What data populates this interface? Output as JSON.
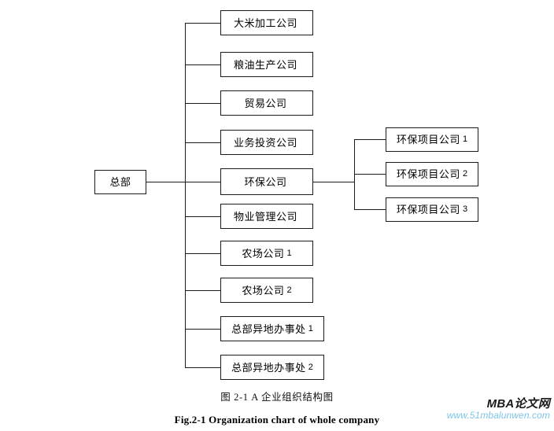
{
  "diagram": {
    "root": {
      "label": "总部"
    },
    "divisions": [
      {
        "label": "大米加工公司",
        "index": ""
      },
      {
        "label": "粮油生产公司",
        "index": ""
      },
      {
        "label": "贸易公司",
        "index": ""
      },
      {
        "label": "业务投资公司",
        "index": ""
      },
      {
        "label": "环保公司",
        "index": ""
      },
      {
        "label": "物业管理公司",
        "index": ""
      },
      {
        "label": "农场公司",
        "index": "1"
      },
      {
        "label": "农场公司",
        "index": "2"
      },
      {
        "label": "总部异地办事处",
        "index": "1"
      },
      {
        "label": "总部异地办事处",
        "index": "2"
      }
    ],
    "sub_divisions": [
      {
        "label": "环保项目公司",
        "index": "1"
      },
      {
        "label": "环保项目公司",
        "index": "2"
      },
      {
        "label": "环保项目公司",
        "index": "3"
      }
    ],
    "line_color": "#1a1a1a",
    "box_border_color": "#1a1a1a",
    "box_fill_color": "#ffffff"
  },
  "caption": {
    "chinese": "图 2-1 A 企业组织结构图",
    "english": "Fig.2-1 Organization chart of whole company"
  },
  "watermark": {
    "brand": "MBA论文网",
    "url": "www.51mbalunwen.com",
    "url_color": "#7fc4e8"
  }
}
